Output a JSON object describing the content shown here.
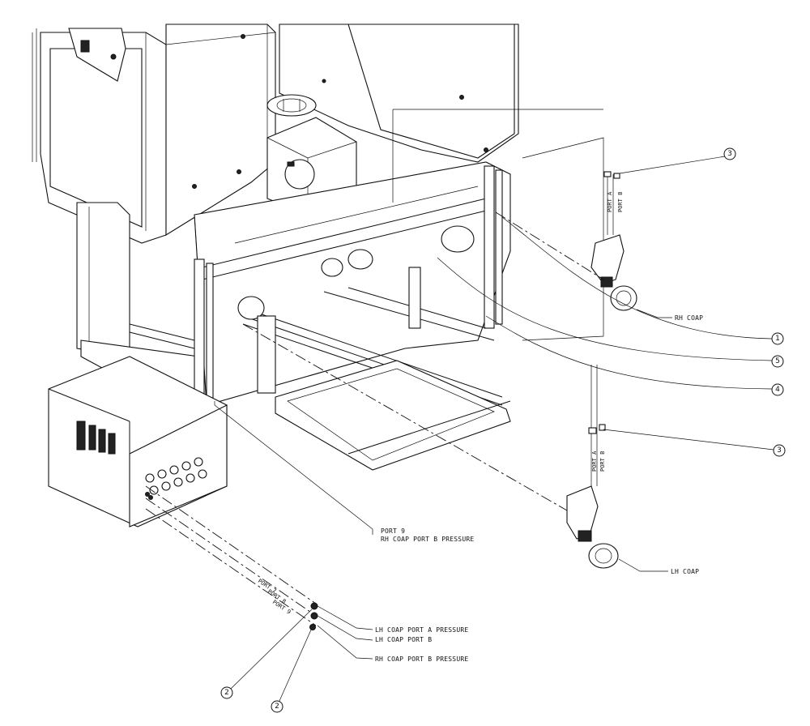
{
  "labels": {
    "rh_coap": "RH COAP",
    "lh_coap": "LH COAP",
    "port_a_top": "PORT A",
    "port_b_top": "PORT B",
    "port_a_bot": "PORT A",
    "port_b_bot": "PORT B",
    "port9_title": "PORT 9",
    "port9_desc": "RH COAP PORT B PRESSURE",
    "port7": "PORT 7",
    "port8": "PORT 8",
    "port9": "PORT 9",
    "lh_port_a_pressure": "LH COAP PORT A PRESSURE",
    "lh_port_b": "LH COAP PORT B",
    "rh_port_b_pressure": "RH COAP PORT B PRESSURE"
  },
  "balloons": {
    "b3_top": "3",
    "b1": "1",
    "b5": "5",
    "b4": "4",
    "b3_bot": "3",
    "b2_left": "2",
    "b2_right": "2"
  }
}
